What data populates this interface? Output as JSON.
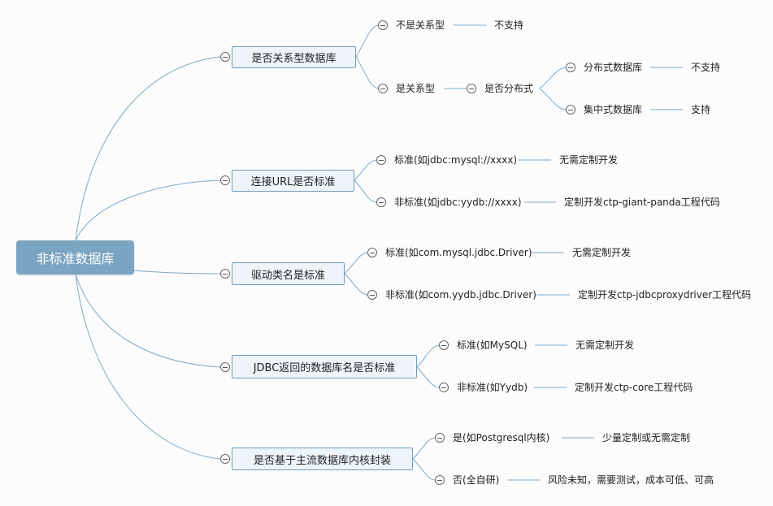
{
  "root": {
    "label": "非标准数据库"
  },
  "branches": [
    {
      "label": "是否关系型数据库",
      "children": [
        {
          "label": "不是关系型",
          "children": [
            {
              "label": "不支持"
            }
          ]
        },
        {
          "label": "是关系型",
          "children": [
            {
              "label": "是否分布式",
              "children": [
                {
                  "label": "分布式数据库",
                  "children": [
                    {
                      "label": "不支持"
                    }
                  ]
                },
                {
                  "label": "集中式数据库",
                  "children": [
                    {
                      "label": "支持"
                    }
                  ]
                }
              ]
            }
          ]
        }
      ]
    },
    {
      "label": "连接URL是否标准",
      "children": [
        {
          "label": "标准(如jdbc:mysql://xxxx)",
          "children": [
            {
              "label": "无需定制开发"
            }
          ]
        },
        {
          "label": "非标准(如jdbc:yydb://xxxx)",
          "children": [
            {
              "label": "定制开发ctp-giant-panda工程代码"
            }
          ]
        }
      ]
    },
    {
      "label": "驱动类名是标准",
      "children": [
        {
          "label": "标准(如com.mysql.jdbc.Driver)",
          "children": [
            {
              "label": "无需定制开发"
            }
          ]
        },
        {
          "label": "非标准(如com.yydb.jdbc.Driver)",
          "children": [
            {
              "label": "定制开发ctp-jdbcproxydriver工程代码"
            }
          ]
        }
      ]
    },
    {
      "label": "JDBC返回的数据库名是否标准",
      "children": [
        {
          "label": "标准(如MySQL)",
          "children": [
            {
              "label": "无需定制开发"
            }
          ]
        },
        {
          "label": "非标准(如Yydb)",
          "children": [
            {
              "label": "定制开发ctp-core工程代码"
            }
          ]
        }
      ]
    },
    {
      "label": "是否基于主流数据库内核封装",
      "children": [
        {
          "label": "是(如Postgresql内核)",
          "children": [
            {
              "label": "少量定制或无需定制"
            }
          ]
        },
        {
          "label": "否(全自研)",
          "children": [
            {
              "label": "风险未知，需要测试，成本可低、可高"
            }
          ]
        }
      ]
    }
  ],
  "colors": {
    "line": "#7fa7c6",
    "root_fill": "#7aa4c1",
    "box_fill": "#eef4f9",
    "box_border": "#6f9ec0"
  }
}
